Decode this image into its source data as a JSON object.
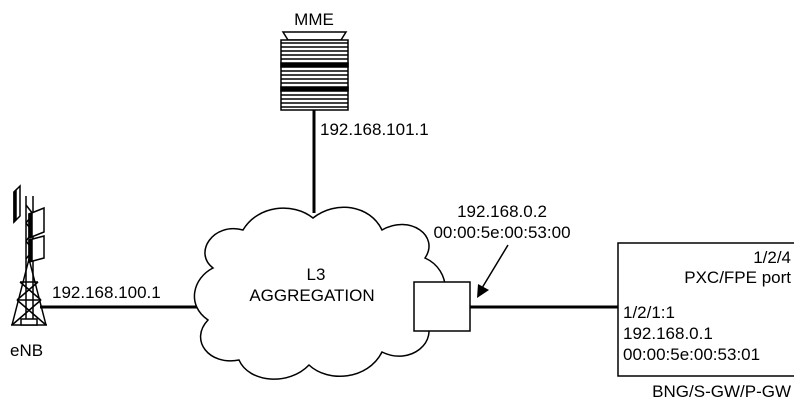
{
  "nodes": {
    "mme": {
      "label": "MME",
      "ip": "192.168.101.1"
    },
    "enb": {
      "label": "eNB",
      "ip": "192.168.100.1"
    },
    "cloud": {
      "line1": "L3",
      "line2": "AGGREGATION"
    },
    "vrrp": {
      "ip": "192.168.0.2",
      "mac": "00:00:5e:00:53:00"
    },
    "bng": {
      "port_top": "1/2/4",
      "port_type": "PXC/FPE port",
      "sap": "1/2/1:1",
      "ip": "192.168.0.1",
      "mac": "00:00:5e:00:53:01",
      "caption": "BNG/S-GW/P-GW"
    }
  },
  "colors": {
    "stroke": "#000000",
    "background": "#ffffff"
  }
}
